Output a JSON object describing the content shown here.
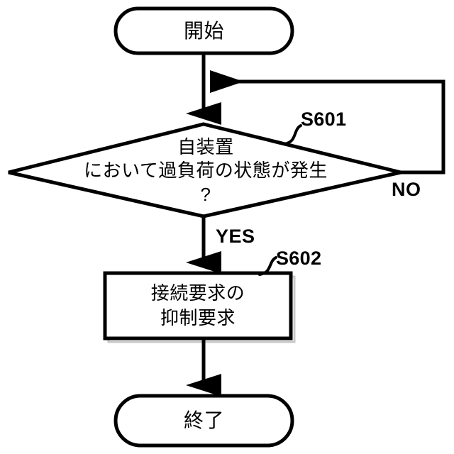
{
  "figure": {
    "type": "flowchart",
    "orientation": "top-to-bottom",
    "background_color": "#ffffff",
    "stroke_color": "#000000"
  },
  "nodes": {
    "start": {
      "shape": "stadium",
      "label": "開始"
    },
    "decision": {
      "shape": "diamond",
      "step_id": "S601",
      "line1": "自装置",
      "line2": "において過負荷の状態が発生",
      "line3": "?",
      "label": "自装置\nにおいて過負荷の状態が発生\n?"
    },
    "process": {
      "shape": "rectangle",
      "step_id": "S602",
      "line1": "接続要求の",
      "line2": "抑制要求",
      "label": "接続要求の\n抑制要求"
    },
    "end": {
      "shape": "stadium",
      "label": "終了"
    }
  },
  "edges": {
    "start_to_decision": {
      "from": "start",
      "to": "decision",
      "label": ""
    },
    "decision_yes": {
      "from": "decision",
      "to": "process",
      "label": "YES"
    },
    "decision_no": {
      "from": "decision",
      "to": "start_to_decision_merge",
      "label": "NO"
    },
    "process_to_end": {
      "from": "process",
      "to": "end",
      "label": ""
    }
  },
  "step_labels": {
    "decision": "S601",
    "process": "S602"
  }
}
